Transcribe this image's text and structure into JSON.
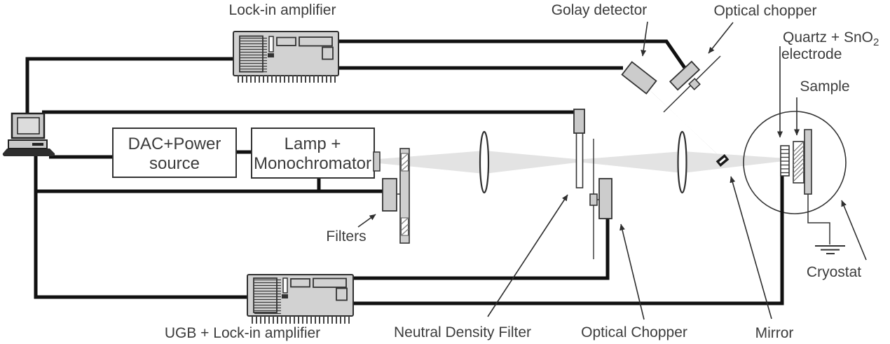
{
  "diagram": {
    "labels": {
      "lockin_amplifier": "Lock-in amplifier",
      "golay_detector": "Golay detector",
      "optical_chopper_top": "Optical chopper",
      "quartz_electrode": {
        "line1": "Quartz + SnO",
        "sub": "2",
        "line2": "electrode"
      },
      "sample": "Sample",
      "cryostat": "Cryostat",
      "mirror": "Mirror",
      "optical_chopper_bottom": "Optical Chopper",
      "neutral_density_filter": "Neutral Density Filter",
      "ugb_lockin_amplifier": "UGB + Lock-in amplifier",
      "filters": "Filters",
      "dac_box": {
        "line1": "DAC+Power",
        "line2": "source"
      },
      "lamp_box": {
        "line1": "Lamp +",
        "line2": "Monochromator"
      }
    },
    "colors": {
      "beam": "#e3e3e3",
      "device_fill": "#d2d2d2",
      "outline": "#333333",
      "cable": "#111111",
      "text": "#3c3c3c"
    }
  }
}
